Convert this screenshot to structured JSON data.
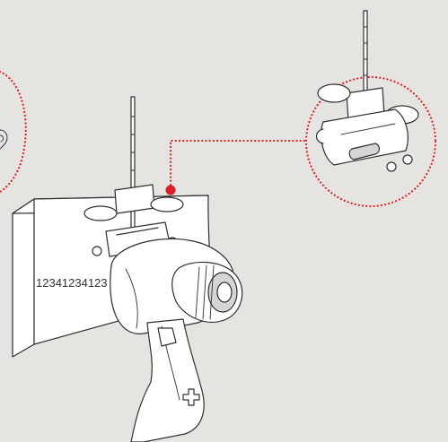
{
  "colors": {
    "background": "#e5e4e1",
    "callout": "#d91f26",
    "line_art": "#2f2f2f",
    "part_fill": "#ffffff"
  },
  "board": {
    "scale_text": "12341234123"
  },
  "icons": {
    "callout_marker": "red-dot",
    "detail_view": "dotted-circle-magnifier"
  }
}
